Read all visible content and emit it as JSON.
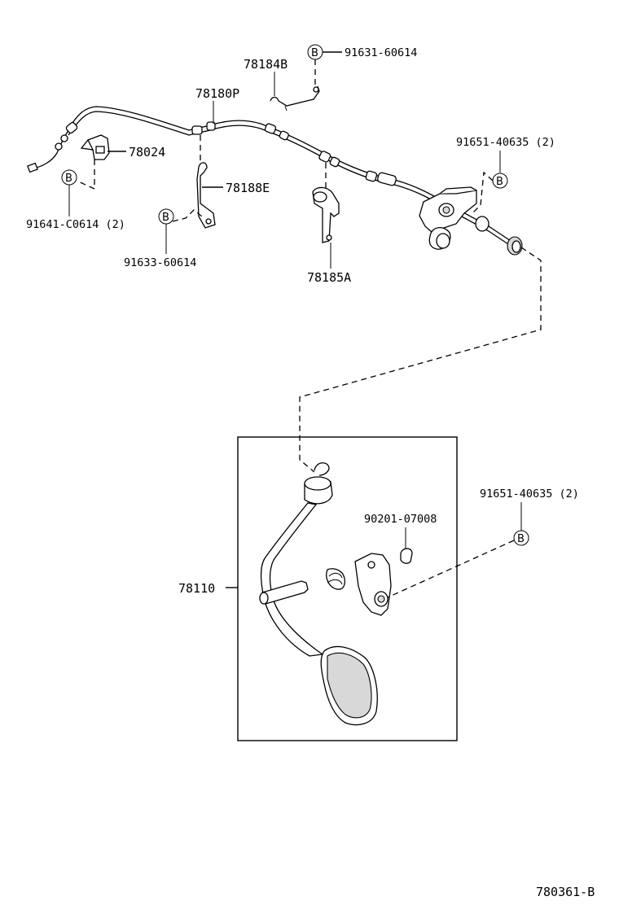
{
  "parts": {
    "p78184B": "78184B",
    "p91631": "91631-60614",
    "p78180P": "78180P",
    "p78024": "78024",
    "p91651_top": "91651-40635 (2)",
    "p78188E": "78188E",
    "p91641": "91641-C0614 (2)",
    "p91633": "91633-60614",
    "p78185A": "78185A",
    "p91651_bottom": "91651-40635 (2)",
    "p90201": "90201-07008",
    "p78110": "78110"
  },
  "bolt_symbol": "B",
  "figure_id": "780361-B"
}
